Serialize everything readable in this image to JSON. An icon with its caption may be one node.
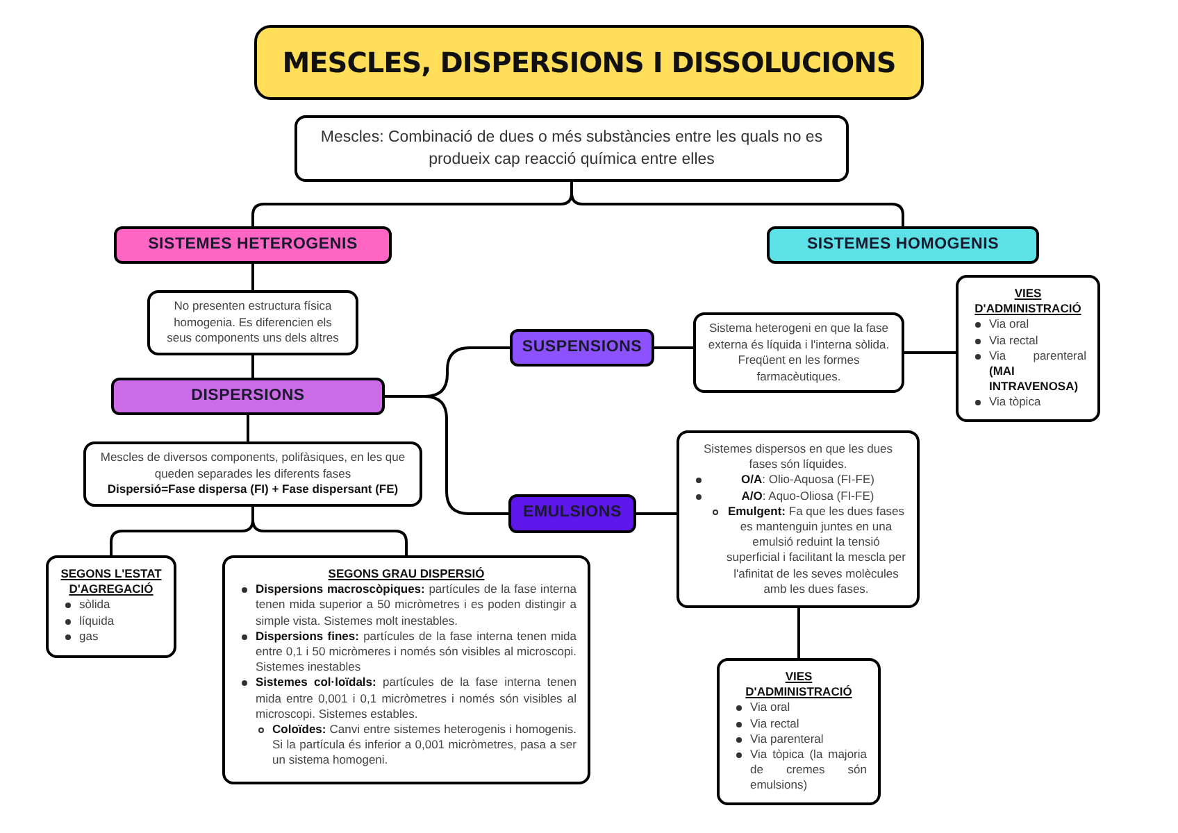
{
  "diagram": {
    "title": "MESCLES, DISPERSIONS I DISSOLUCIONS",
    "nodes": [
      {
        "text": [
          "Mescles: Combinació de dues o més substàncies entre les quals no es produeix cap reacció química entre elles"
        ]
      },
      {
        "text": [
          "SISTEMES HETEROGENIS"
        ]
      },
      {
        "text": [
          "SISTEMES HOMOGENIS"
        ]
      },
      {
        "text": [
          "No presenten estructura física homogenia. Es diferencien els seus components uns dels altres"
        ]
      },
      {
        "text": [
          "DISPERSIONS"
        ]
      },
      {
        "text": [
          "Mescles de diversos components, polifàsiques, en les que queden separades les diferents fases",
          "Dispersió=Fase dispersa (FI) + Fase dispersant (FE)"
        ]
      },
      {
        "text": [
          "SUSPENSIONS"
        ]
      },
      {
        "text": [
          "Sistema heterogeni en que la fase externa és líquida i l'interna sòlida. Freqüent en les formes farmacèutiques."
        ]
      },
      {
        "text": [
          "VIES D'ADMINISTRACIÓ",
          "Via oral",
          "Via rectal",
          "Via parenteral **(MAI INTRAVENOSA)**",
          "Via tòpica"
        ]
      },
      {
        "text": [
          "EMULSIONS"
        ]
      },
      {
        "text": [
          "Sistemes dispersos en que les dues fases són líquides.",
          "**O/A**: Olio-Aquosa (FI-FE)",
          "**A/O**: Aquo-Oliosa (FI-FE)",
          "**Emulgent:** Fa que les dues fases es mantenguin juntes en una emulsió reduint la tensió superficial i facilitant la mescla per l'afinitat de les seves molècules amb les dues fases."
        ]
      },
      {
        "text": [
          "VIES D'ADMINISTRACIÓ",
          "Via oral",
          "Via rectal",
          "Via parenteral",
          "Via tòpica (la majoria de cremes són emulsions)"
        ]
      },
      {
        "text": [
          "SEGONS L'ESTAT D'AGREGACIÓ",
          "sòlida",
          "líquida",
          "gas"
        ]
      },
      {
        "text": [
          "SEGONS GRAU DISPERSIÓ",
          "**Dispersions macroscòpiques:** partícules de la fase interna tenen mida superior a 50 micròmetres i es poden distingir a simple vista. Sistemes molt inestables.",
          "**Dispersions fines:** partícules de la fase interna tenen mida entre 0,1 i 50 micròmeres i només són visibles al microscopi. Sistemes inestables",
          "**Sistemes col·loïdals:** partícules de la fase interna tenen mida entre 0,001 i 0,1 micròmetres i només són visibles al microscopi. Sistemes estables.",
          "**Coloïdes:** Canvi entre sistemes heterogenis i homogenis. Si la partícula és inferior a 0,001 micròmetres, pasa a ser un sistema homogeni."
        ]
      }
    ],
    "edges": [
      {
        "from": 0,
        "to": 1,
        "arrow": "none"
      },
      {
        "from": 0,
        "to": 2,
        "arrow": "none"
      },
      {
        "from": 1,
        "to": 3,
        "arrow": "none"
      },
      {
        "from": 3,
        "to": 4,
        "arrow": "none"
      },
      {
        "from": 4,
        "to": 6,
        "arrow": "none"
      },
      {
        "from": 4,
        "to": 9,
        "arrow": "none"
      },
      {
        "from": 4,
        "to": 5,
        "arrow": "none"
      },
      {
        "from": 6,
        "to": 7,
        "arrow": "none"
      },
      {
        "from": 7,
        "to": 8,
        "arrow": "none"
      },
      {
        "from": 9,
        "to": 10,
        "arrow": "none"
      },
      {
        "from": 10,
        "to": 11,
        "arrow": "none"
      },
      {
        "from": 5,
        "to": 12,
        "arrow": "none"
      },
      {
        "from": 5,
        "to": 13,
        "arrow": "none"
      }
    ]
  }
}
